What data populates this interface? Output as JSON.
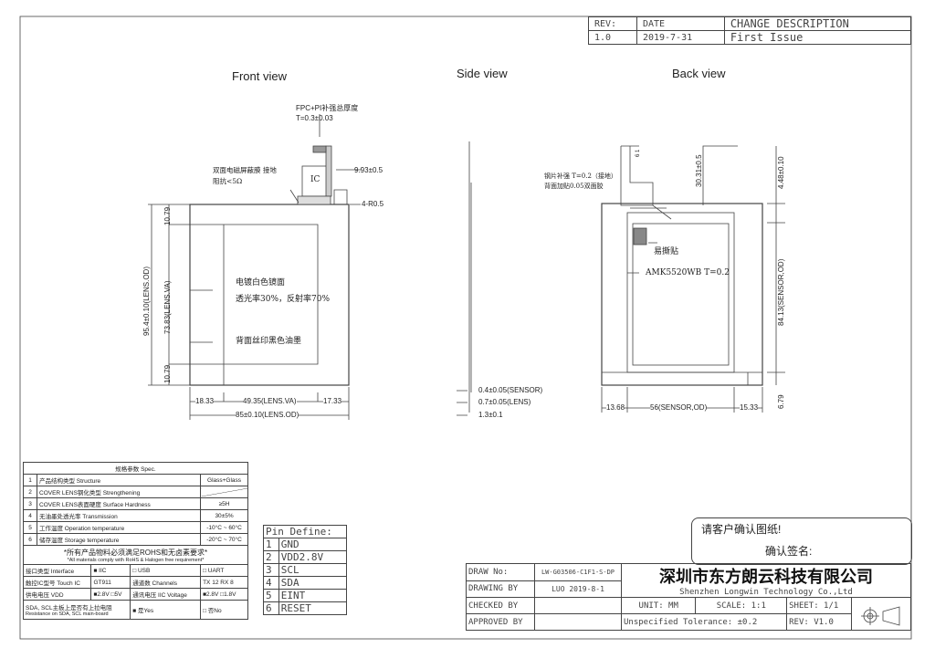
{
  "revision": {
    "headers": [
      "REV:",
      "DATE",
      "CHANGE DESCRIPTION"
    ],
    "rows": [
      [
        "1.0",
        "2019-7-31",
        "First Issue"
      ]
    ]
  },
  "views": {
    "front": "Front view",
    "side": "Side view",
    "back": "Back view"
  },
  "front": {
    "fpc_note": "FPC+PI补强总厚度",
    "fpc_thickness": "T=0.3±0.03",
    "shield_note_1": "双面电磁屏蔽膜 接地",
    "shield_note_2": "阻抗<5Ω",
    "ic_label": "IC",
    "dim_fpc": "9.93±0.5",
    "dim_radius": "4-R0.5",
    "dim_top": "10.79",
    "dim_bottom": "10.79",
    "dim_height_od": "95.4±0.10(LENS.OD)",
    "dim_height_va": "73.83(LENS.VA)",
    "note_mirror": "电镀白色镜面",
    "note_transmission": "透光率30%，反射率70%",
    "note_ink": "背面丝印黑色油墨",
    "dim_left": "18.33",
    "dim_va_width": "49.35(LENS.VA)",
    "dim_right": "17.33",
    "dim_width_od": "85±0.10(LENS.OD)"
  },
  "side": {
    "dim_sensor": "0.4±0.05(SENSOR)",
    "dim_lens": "0.7±0.05(LENS)",
    "dim_total": "1.3±0.1"
  },
  "back": {
    "steel_note": "钢片补强 T=0.2（接地）",
    "adhesive_note": "背面加贴0.05双面胶",
    "pin_mark": "6  1",
    "dim_fpc_len": "30.31±0.5",
    "dim_top": "4.48±0.10",
    "dim_sensor_h": "84.13(SENSOR,OD)",
    "dim_bottom": "6.79",
    "tear_label": "易撕贴",
    "part_label": "AMK5520WB T=0.2",
    "dim_left": "13.68",
    "dim_sensor_w": "56(SENSOR,OD)",
    "dim_right": "15.33"
  },
  "spec": {
    "title": "规格参数 Spec.",
    "rows": [
      {
        "n": "1",
        "label": "产品结构类型 Structure",
        "value": "Glass+Glass"
      },
      {
        "n": "2",
        "label": "COVER LENS钢化类型 Strengthening",
        "value": ""
      },
      {
        "n": "3",
        "label": "COVER LENS表面硬度 Surface Hardness",
        "value": "≥5H"
      },
      {
        "n": "4",
        "label": "无油墨处透光率 Transmission",
        "value": "30±5%"
      },
      {
        "n": "5",
        "label": "工作温度 Operation temperature",
        "value": "-10°C ~ 60°C"
      },
      {
        "n": "6",
        "label": "储存温度 Storage temperature",
        "value": "-20°C ~ 70°C"
      }
    ],
    "rohs_cn": "*所有产品物料必须满足ROHS和无卤素要求*",
    "rohs_en": "*All materials comply with RoHS & Halogen free requirement*",
    "interface_label": "接口类型 Interface",
    "interface_iic": "■ IIC",
    "interface_usb": "□ USB",
    "interface_uart": "□ UART",
    "ic_label": "触控IC型号 Touch IC",
    "ic_value": "GT911",
    "channels_label": "通道数 Channels",
    "tx": "TX",
    "tx_val": "12",
    "rx": "RX",
    "rx_val": "8",
    "vdd_label": "供电电压 VDD",
    "vdd_value": "■2.8V □5V",
    "iic_volt_label": "通讯电压 IIC Voltage",
    "iic_volt_value": "■2.8V □1.8V",
    "pullup_label_cn": "SDA, SCL主板上是否有上拉电阻",
    "pullup_label_en": "Resistance on SDA, SCL main-board",
    "pullup_yes": "■ 是Yes",
    "pullup_no": "□ 否No"
  },
  "pins": {
    "title": "Pin Define:",
    "items": [
      [
        "1",
        "GND"
      ],
      [
        "2",
        "VDD2.8V"
      ],
      [
        "3",
        "SCL"
      ],
      [
        "4",
        "SDA"
      ],
      [
        "5",
        "EINT"
      ],
      [
        "6",
        "RESET"
      ]
    ]
  },
  "confirm": {
    "line1": "请客户确认图纸!",
    "line2": "确认签名:"
  },
  "title_block": {
    "draw_no_label": "DRAW No:",
    "draw_no": "LW-G03506-C1F1-S-DP",
    "drawing_by_label": "DRAWING BY",
    "drawing_by": "LUO 2019-8-1",
    "checked_by_label": "CHECKED BY",
    "approved_by_label": "APPROVED BY",
    "company_cn": "深圳市东方朗云科技有限公司",
    "company_en": "Shenzhen Longwin Technology Co.,Ltd",
    "unit": "UNIT: MM",
    "scale": "SCALE:  1:1",
    "sheet": "SHEET: 1/1",
    "tolerance": "Unspecified Tolerance:  ±0.2",
    "rev": "REV: V1.0"
  }
}
